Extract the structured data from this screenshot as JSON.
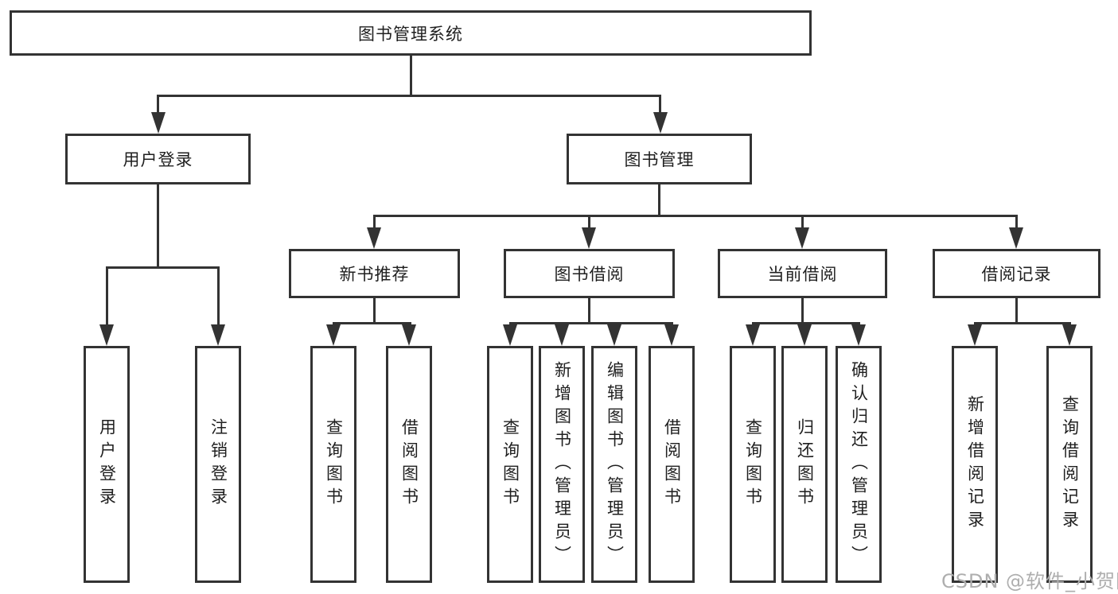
{
  "diagram": {
    "title": "图书管理系统",
    "root": {
      "label": "图书管理系统"
    },
    "level2": [
      {
        "label": "用户登录"
      },
      {
        "label": "图书管理"
      }
    ],
    "level3": [
      {
        "label": "新书推荐"
      },
      {
        "label": "图书借阅"
      },
      {
        "label": "当前借阅"
      },
      {
        "label": "借阅记录"
      }
    ],
    "leaves": {
      "user_login": [
        "用户登录",
        "注销登录"
      ],
      "new_books": [
        "查询图书",
        "借阅图书"
      ],
      "book_borrow": [
        "查询图书",
        "新增图书（管理员）",
        "编辑图书（管理员）",
        "借阅图书"
      ],
      "current_borrow": [
        "查询图书",
        "归还图书",
        "确认归还（管理员）"
      ],
      "borrow_records": [
        "新增借阅记录",
        "查询借阅记录"
      ]
    }
  },
  "watermark": {
    "text": "CSDN @软件_小贺同学"
  },
  "colors": {
    "line": "#333333",
    "text": "#1a1a1a",
    "watermark": "#aeaeae",
    "background": "#ffffff"
  }
}
